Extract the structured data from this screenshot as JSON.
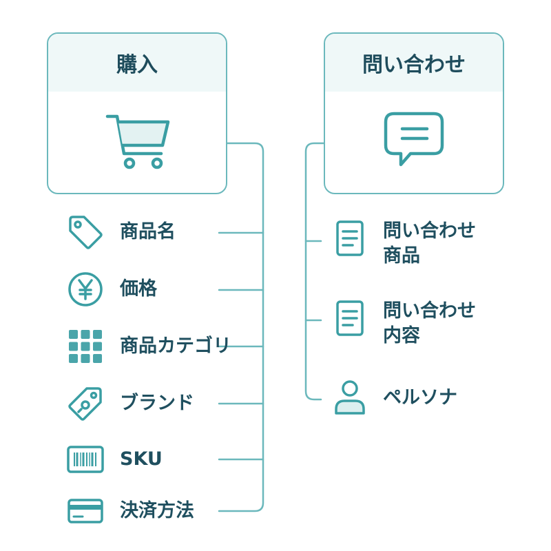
{
  "purchase": {
    "title": "購入",
    "icon": "shopping-cart-icon",
    "items": [
      {
        "label": "商品名",
        "icon": "price-tag-icon"
      },
      {
        "label": "価格",
        "icon": "yen-coin-icon"
      },
      {
        "label": "商品カテゴリ",
        "icon": "category-grid-icon"
      },
      {
        "label": "ブランド",
        "icon": "brand-tag-icon"
      },
      {
        "label": "SKU",
        "icon": "barcode-icon"
      },
      {
        "label": "決済方法",
        "icon": "credit-card-icon"
      }
    ]
  },
  "inquiry": {
    "title": "問い合わせ",
    "icon": "chat-bubble-icon",
    "items": [
      {
        "line1": "問い合わせ",
        "line2": "商品",
        "icon": "document-icon"
      },
      {
        "line1": "問い合わせ",
        "line2": "内容",
        "icon": "document-icon"
      },
      {
        "label": "ペルソナ",
        "icon": "person-icon"
      }
    ]
  },
  "colors": {
    "accent": "#6bb8bc",
    "icon": "#3a9ea3",
    "text": "#1f4f5f",
    "header_bg": "#eff8f8"
  }
}
